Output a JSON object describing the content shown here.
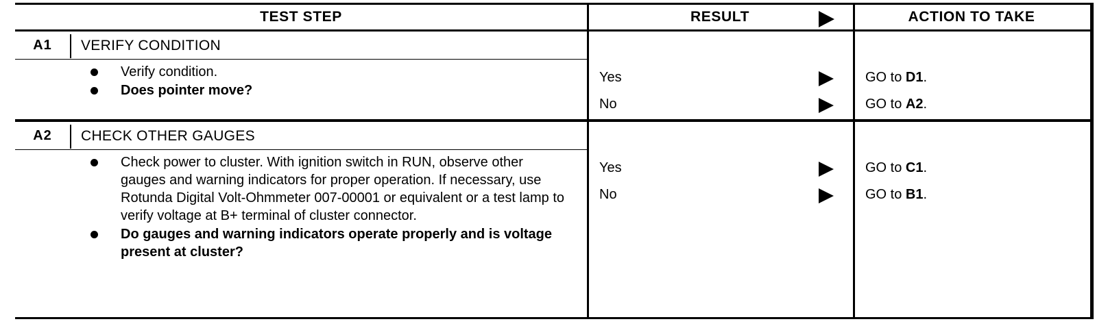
{
  "table": {
    "headers": {
      "test_step": "TEST STEP",
      "result": "RESULT",
      "action": "ACTION TO TAKE",
      "arrow_icon": "right-triangle-icon"
    },
    "steps": [
      {
        "code": "A1",
        "title": "VERIFY CONDITION",
        "bullets": [
          {
            "text": "Verify condition.",
            "bold": false
          },
          {
            "text": "Does pointer move?",
            "bold": true
          }
        ],
        "outcomes": [
          {
            "result": "Yes",
            "action_prefix": "GO to ",
            "action_target": "D1",
            "action_suffix": "."
          },
          {
            "result": "No",
            "action_prefix": "GO to ",
            "action_target": "A2",
            "action_suffix": "."
          }
        ]
      },
      {
        "code": "A2",
        "title": "CHECK OTHER GAUGES",
        "bullets": [
          {
            "text": "Check power to cluster. With ignition switch in RUN, observe other gauges and warning indicators for proper operation. If necessary, use Rotunda Digital Volt-Ohmmeter 007-00001 or equivalent or a test lamp to verify voltage at B+ terminal of cluster connector.",
            "bold": false
          },
          {
            "text": "Do gauges and warning indicators operate properly and is voltage present at cluster?",
            "bold": true
          }
        ],
        "outcomes": [
          {
            "result": "Yes",
            "action_prefix": "GO to ",
            "action_target": "C1",
            "action_suffix": "."
          },
          {
            "result": "No",
            "action_prefix": "GO to ",
            "action_target": "B1",
            "action_suffix": "."
          }
        ]
      }
    ]
  },
  "colors": {
    "ink": "#000000",
    "paper": "#ffffff"
  }
}
